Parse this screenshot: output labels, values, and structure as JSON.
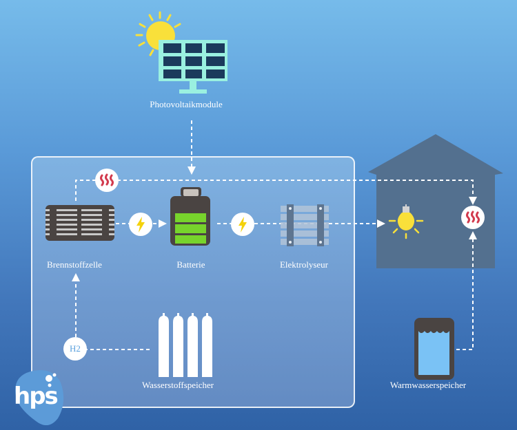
{
  "diagram": {
    "nodes": {
      "photovoltaik": {
        "label": "Photovoltaikmodule",
        "icon": "solar-panel-icon"
      },
      "brennstoffzelle": {
        "label": "Brennstoffzelle",
        "icon": "fuel-cell-icon"
      },
      "batterie": {
        "label": "Batterie",
        "icon": "battery-icon",
        "charge_bars": 3
      },
      "elektrolyseur": {
        "label": "Elektrolyseur",
        "icon": "electrolyzer-icon"
      },
      "wasserstoffspeicher": {
        "label": "Wasserstoffspeicher",
        "icon": "gas-cylinders-icon",
        "cylinders": 4
      },
      "warmwasserspeicher": {
        "label": "Warmwasserspeicher",
        "icon": "water-tank-icon"
      },
      "haus": {
        "label": "",
        "icon": "house-icon"
      }
    },
    "badges": {
      "h2": "H2",
      "heat": "heat-icon",
      "power": "lightning-icon",
      "light": "light-bulb-icon"
    },
    "logo": {
      "text": "hps"
    },
    "colors": {
      "sun": "#f9e03a",
      "panel_frame": "#9af0e0",
      "panel_cell": "#1b3a5c",
      "battery_body": "#4a4442",
      "battery_charge": "#77d42c",
      "house": "#53708f",
      "heat": "#d23b4e",
      "water": "#7ac2f5",
      "logo_bg": "#5c9bd8"
    }
  }
}
